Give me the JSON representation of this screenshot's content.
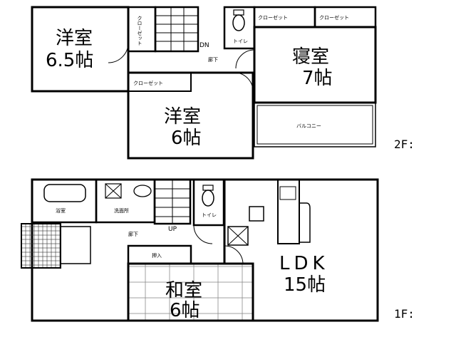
{
  "floor2": {
    "floor_label": "2F:",
    "room_west": {
      "name": "洋室",
      "size": "6.5帖"
    },
    "room_center": {
      "name": "洋室",
      "size": "6帖"
    },
    "room_bed": {
      "name": "寝室",
      "size": "7帖"
    },
    "closet_vertical": "クローゼット",
    "closet_center": "クローゼット",
    "closet_right1": "クローゼット",
    "closet_right2": "クローゼット",
    "toilet": "トイレ",
    "hall": "廊下",
    "dn": "DN",
    "balcony": "バルコニー"
  },
  "floor1": {
    "floor_label": "1F:",
    "ldk": {
      "name": "LDK",
      "size": "15帖"
    },
    "washitsu": {
      "name": "和室",
      "size": "6帖"
    },
    "bath": "浴室",
    "washroom": "洗面所",
    "toilet": "トイレ",
    "hall": "廊下",
    "up": "UP",
    "oshiire": "押入"
  }
}
